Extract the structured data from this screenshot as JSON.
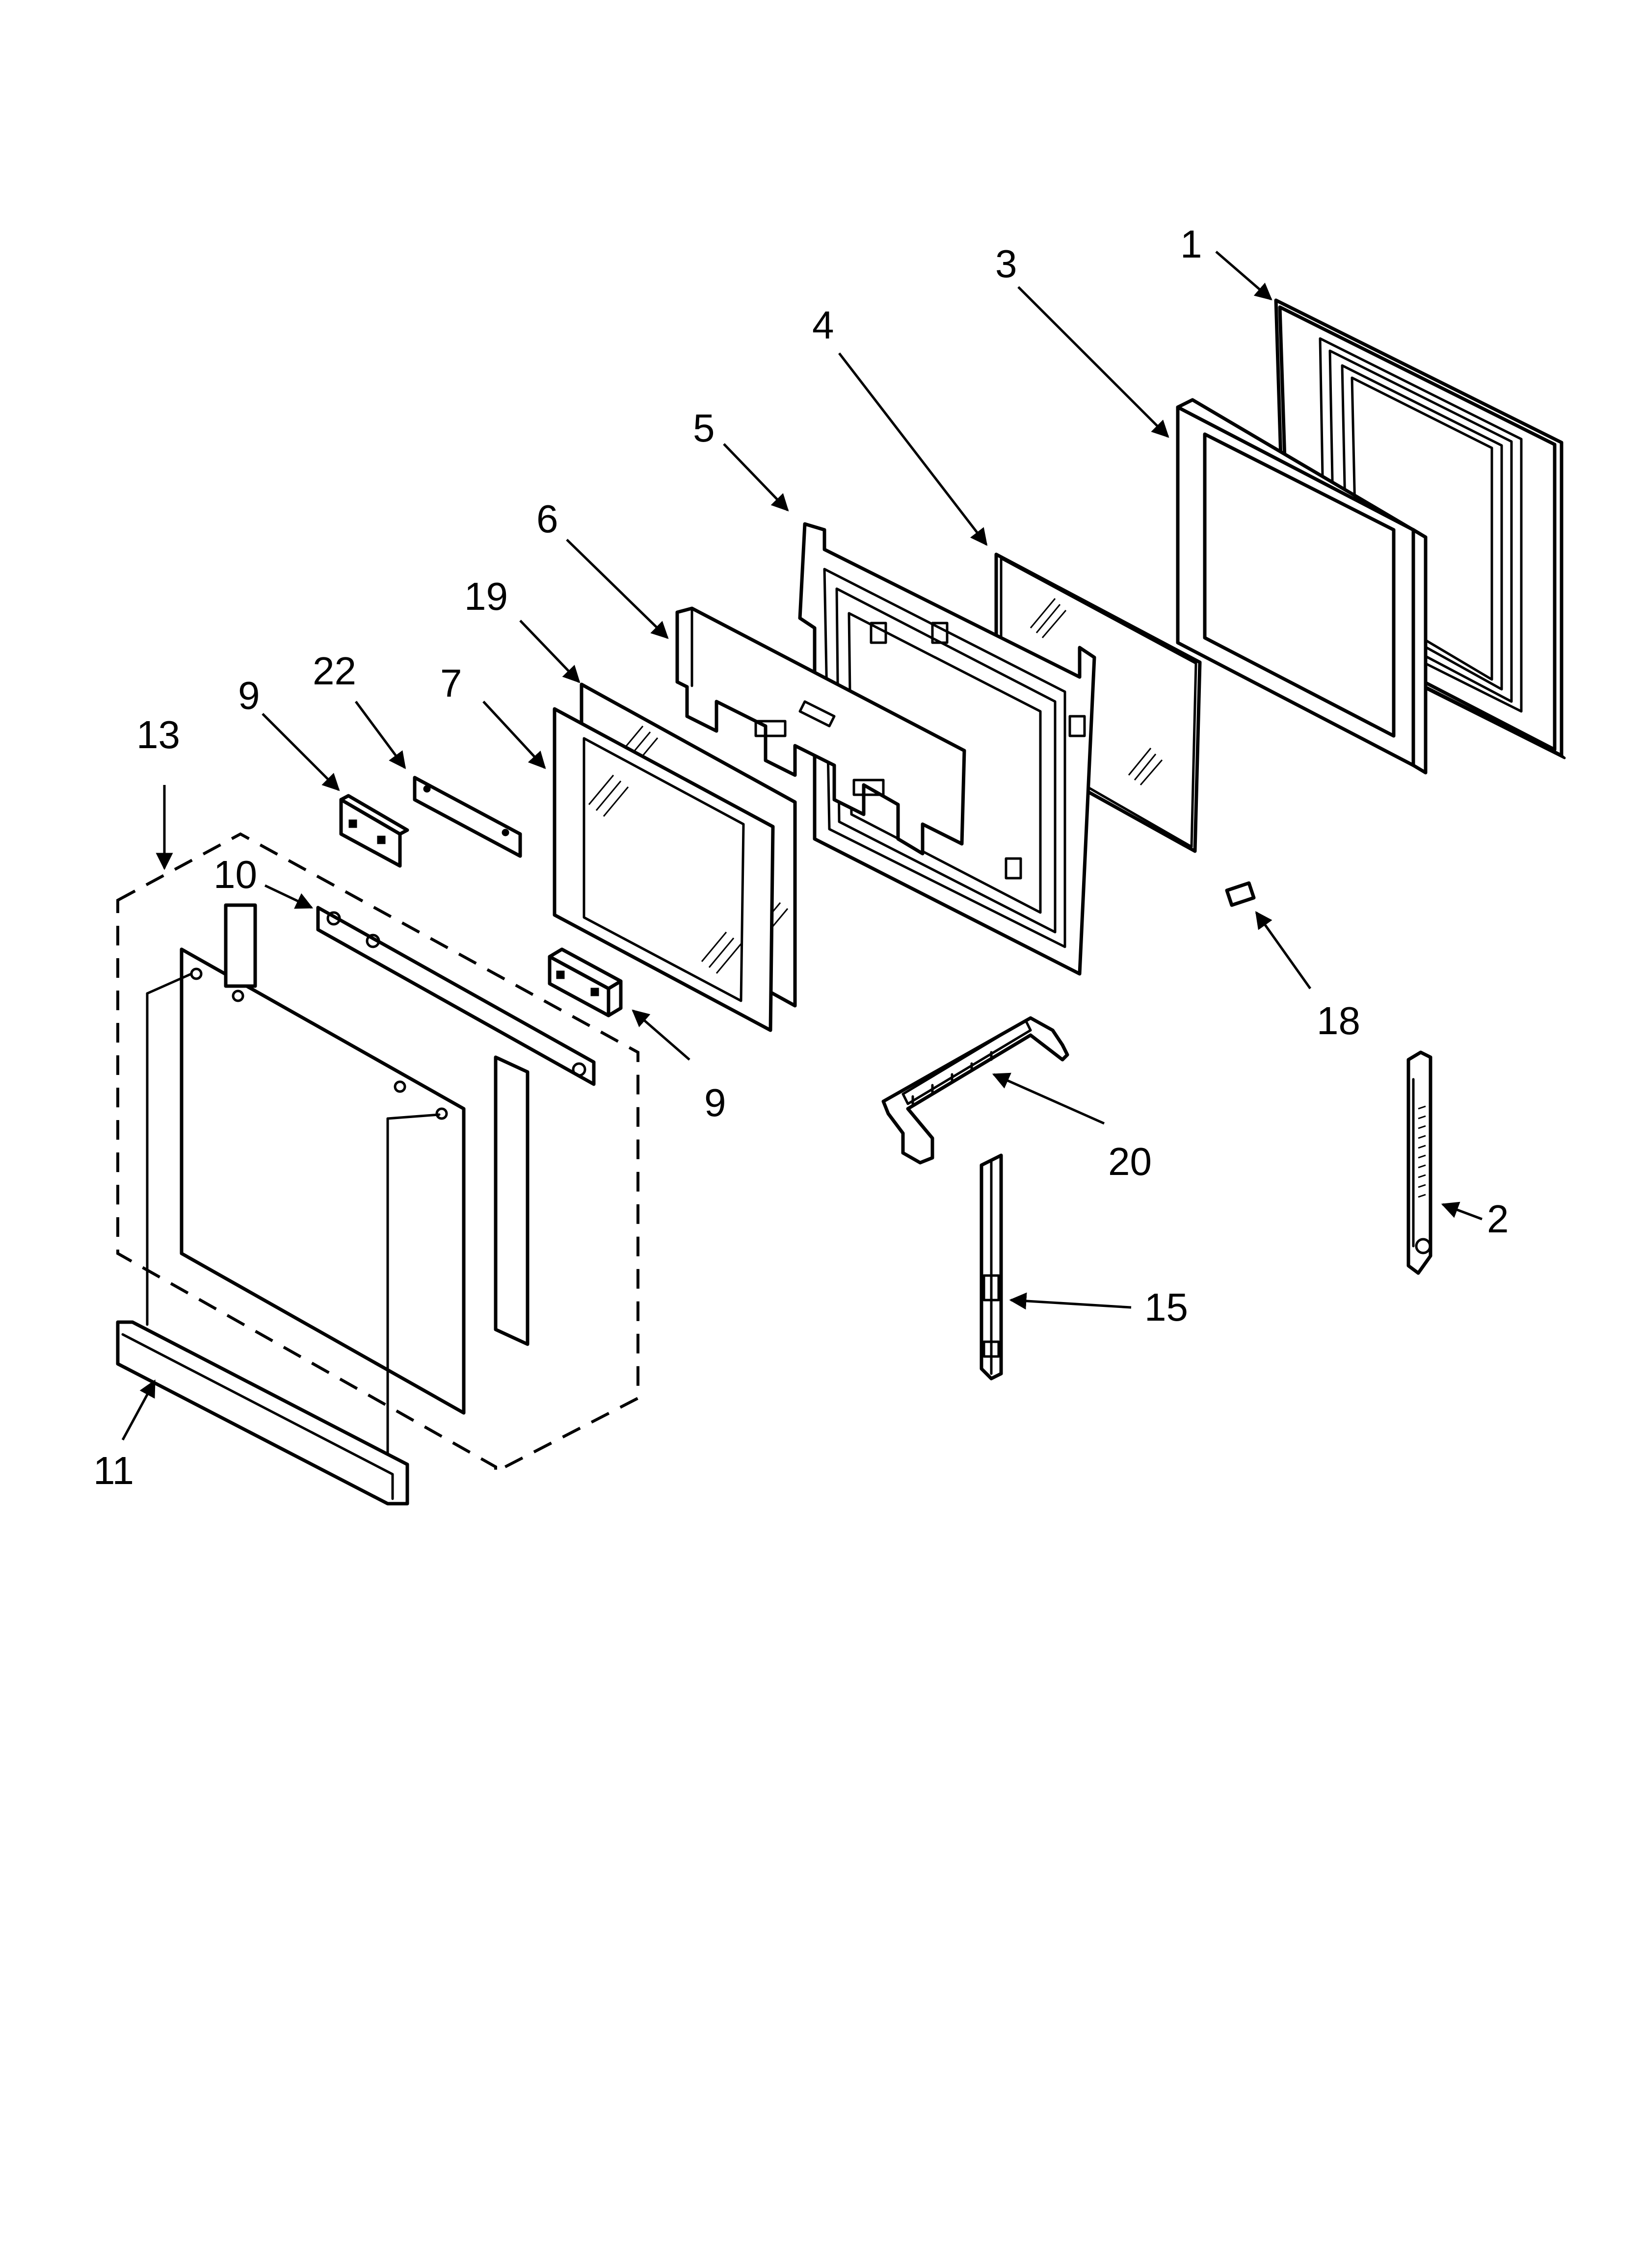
{
  "diagram": {
    "callouts": [
      {
        "id": "1",
        "label": "1"
      },
      {
        "id": "2",
        "label": "2"
      },
      {
        "id": "3",
        "label": "3"
      },
      {
        "id": "4",
        "label": "4"
      },
      {
        "id": "5",
        "label": "5"
      },
      {
        "id": "6",
        "label": "6"
      },
      {
        "id": "7",
        "label": "7"
      },
      {
        "id": "9a",
        "label": "9"
      },
      {
        "id": "9b",
        "label": "9"
      },
      {
        "id": "10",
        "label": "10"
      },
      {
        "id": "11",
        "label": "11"
      },
      {
        "id": "13",
        "label": "13"
      },
      {
        "id": "15",
        "label": "15"
      },
      {
        "id": "18",
        "label": "18"
      },
      {
        "id": "19",
        "label": "19"
      },
      {
        "id": "20",
        "label": "20"
      },
      {
        "id": "22",
        "label": "22"
      }
    ]
  }
}
